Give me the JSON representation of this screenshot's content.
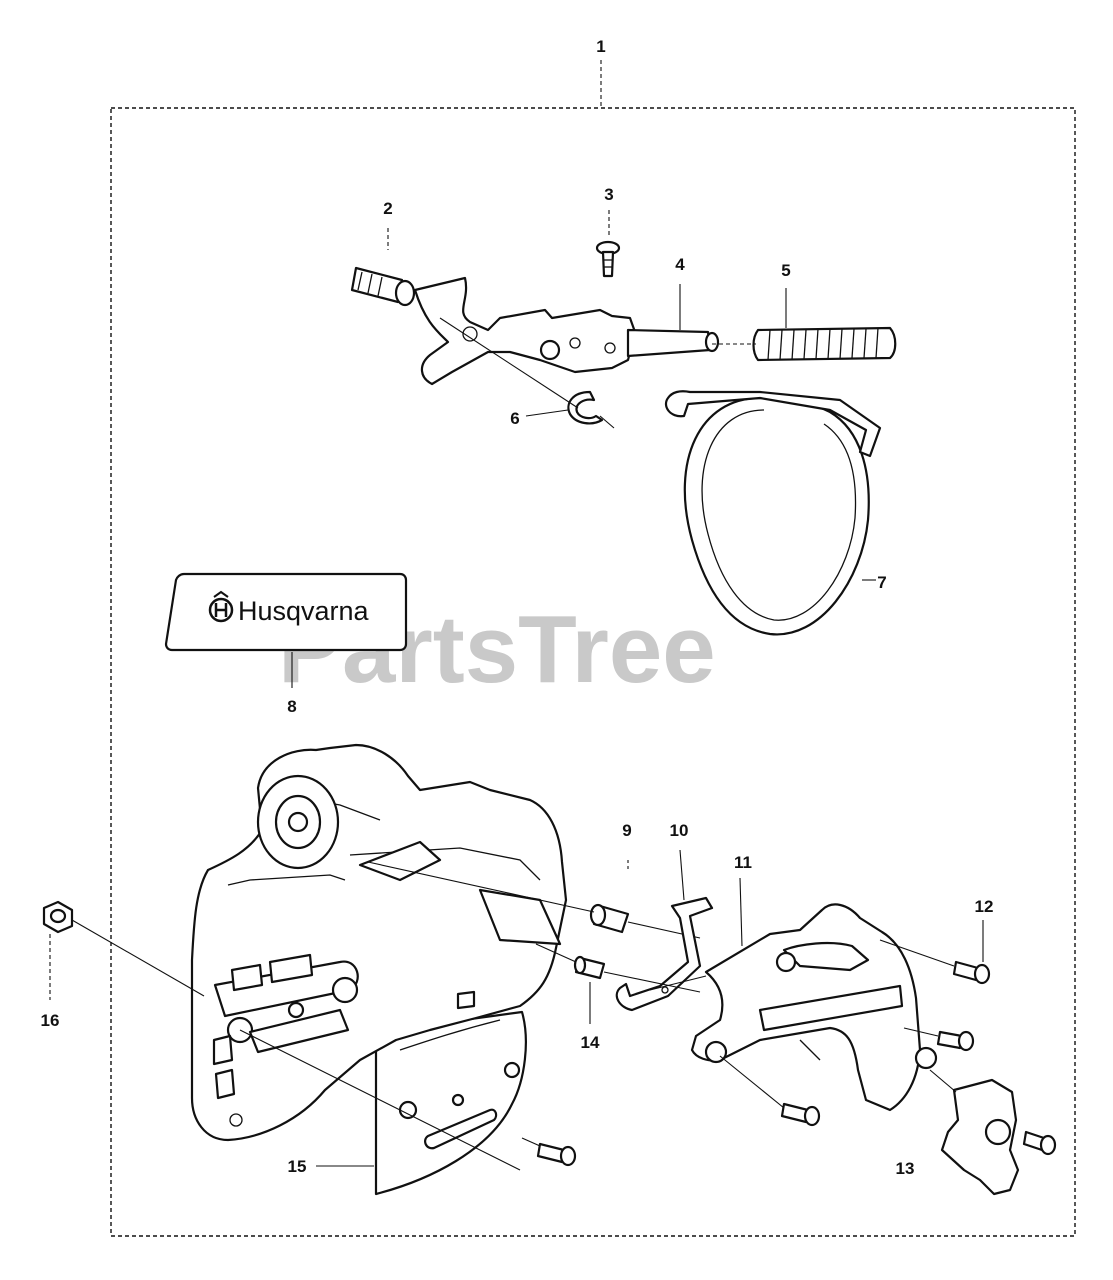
{
  "diagram": {
    "brand_logo_text": "Husqvarna",
    "watermark": "PartsTree",
    "watermark_tm": "™",
    "callouts": [
      "1",
      "2",
      "3",
      "4",
      "5",
      "6",
      "7",
      "8",
      "9",
      "10",
      "11",
      "12",
      "13",
      "14",
      "15",
      "16"
    ]
  },
  "colors": {
    "ink": "#111111",
    "watermark": "#c9c9c9",
    "background": "#ffffff"
  }
}
